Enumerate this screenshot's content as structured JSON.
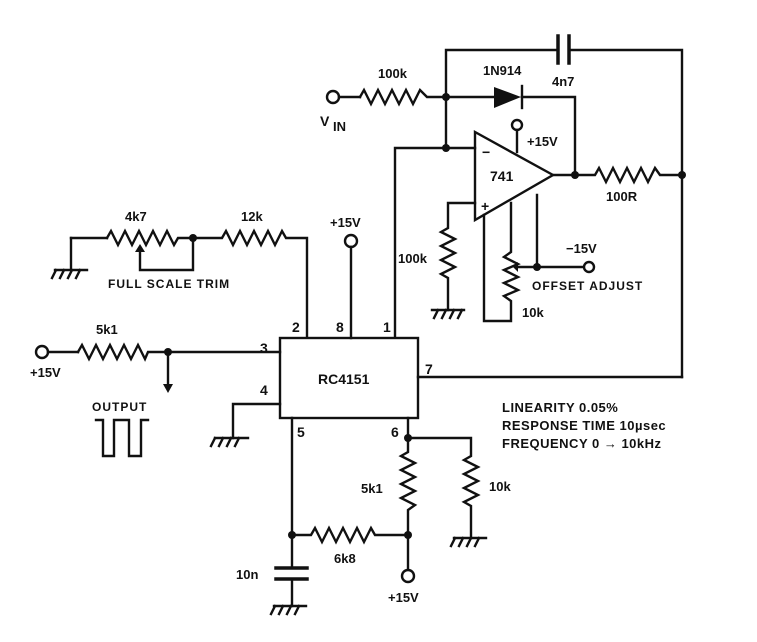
{
  "diagram": {
    "title": "RC4151 voltage-to-frequency converter with 741 input integrator",
    "components": {
      "r_in": {
        "label": "100k"
      },
      "diode": {
        "label": "1N914"
      },
      "c_feedback": {
        "label": "4n7"
      },
      "opamp": {
        "label": "741",
        "inv": "−",
        "noninv": "+"
      },
      "opamp_supply_pos": {
        "label": "+15V"
      },
      "r_out": {
        "label": "100R"
      },
      "r_noninv": {
        "label": "100k"
      },
      "pot_offset": {
        "label": "10k"
      },
      "supply_neg": {
        "label": "−15V"
      },
      "offset_adjust": {
        "label": "OFFSET ADJUST"
      },
      "pot_fullscale": {
        "label": "4k7"
      },
      "r_scale": {
        "label": "12k"
      },
      "fullscale_trim": {
        "label": "FULL SCALE TRIM"
      },
      "ic_supply": {
        "label": "+15V"
      },
      "r_pullup": {
        "label": "5k1"
      },
      "pullup_supply": {
        "label": "+15V"
      },
      "output": {
        "label": "OUTPUT"
      },
      "ic": {
        "label": "RC4151"
      },
      "r_pin6": {
        "label": "5k1"
      },
      "r_pin6_gnd": {
        "label": "10k"
      },
      "r_timing": {
        "label": "6k8"
      },
      "c_timing": {
        "label": "10n"
      },
      "timing_supply": {
        "label": "+15V"
      },
      "vin": {
        "label": "V",
        "sub": "IN"
      }
    },
    "ic_pins": {
      "p1": "1",
      "p2": "2",
      "p3": "3",
      "p4": "4",
      "p5": "5",
      "p6": "6",
      "p7": "7",
      "p8": "8"
    },
    "specs": [
      "LINEARITY 0.05%",
      "RESPONSE TIME 10µsec",
      "FREQUENCY 0 → 10kHz"
    ]
  }
}
